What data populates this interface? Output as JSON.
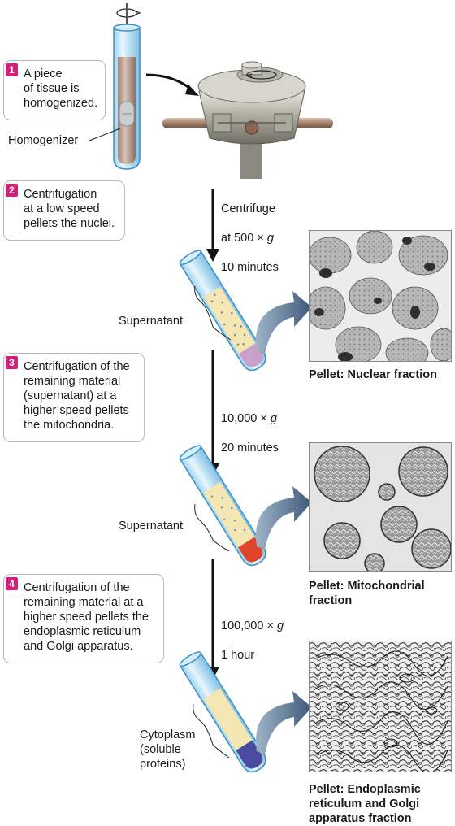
{
  "steps": [
    {
      "num": "1",
      "text": "A piece\nof tissue is\nhomogenized."
    },
    {
      "num": "2",
      "text": "Centrifugation\nat a low speed\npellets the nuclei."
    },
    {
      "num": "3",
      "text": "Centrifugation of the\nremaining material\n(supernatant) at a\nhigher speed pellets\nthe mitochondria."
    },
    {
      "num": "4",
      "text": "Centrifugation of the\nremaining material at a\nhigher speed pellets the\nendoplasmic reticulum\nand Golgi apparatus."
    }
  ],
  "labels": {
    "homogenizer": "Homogenizer",
    "supernatant_1": "Supernatant",
    "supernatant_2": "Supernatant",
    "cytoplasm": "Cytoplasm\n(soluble\nproteins)"
  },
  "spins": [
    {
      "line1": "Centrifuge",
      "line2_prefix": "at 500 × ",
      "g": "g",
      "line3": "10 minutes"
    },
    {
      "line1_prefix": "10,000 × ",
      "g": "g",
      "line2": "20 minutes"
    },
    {
      "line1_prefix": "100,000 × ",
      "g": "g",
      "line2": "1 hour"
    }
  ],
  "captions": {
    "nuclear": "Pellet: Nuclear fraction",
    "mitochondrial": "Pellet: Mitochondrial\nfraction",
    "er_golgi": "Pellet: Endoplasmic\nreticulum and Golgi\napparatus fraction"
  },
  "colors": {
    "step_badge": "#d2207a",
    "pellet_nuclear": "#c9a0c8",
    "pellet_mito": "#e0442a",
    "pellet_er": "#4a4aa0",
    "supernatant_fill": "#f5e7b4",
    "arrow_blue": "#3d5878"
  }
}
